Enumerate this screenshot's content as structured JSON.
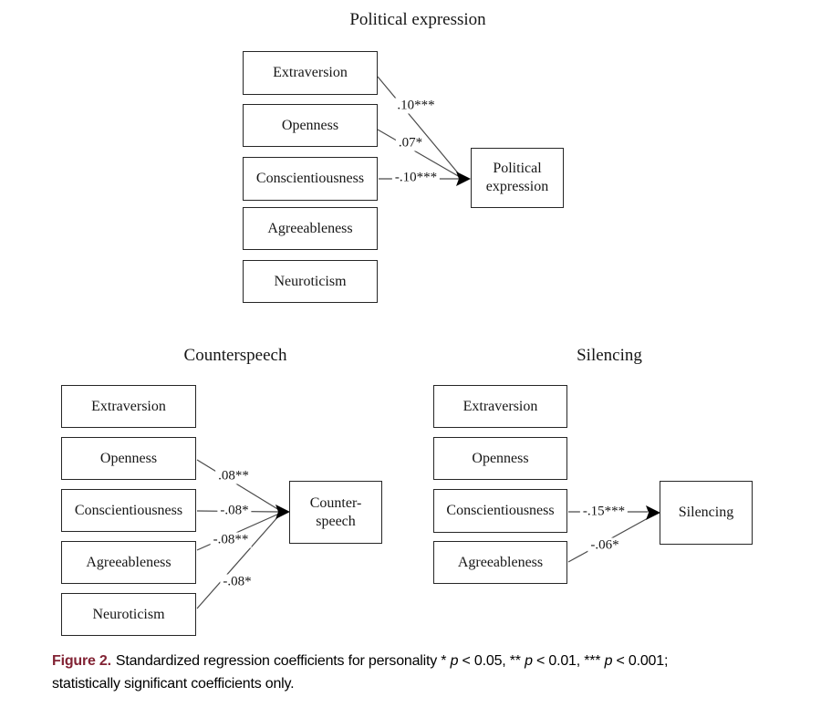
{
  "figure": {
    "diagrams": [
      {
        "title": "Political expression",
        "predictors": [
          "Extraversion",
          "Openness",
          "Conscientiousness",
          "Agreeableness",
          "Neuroticism"
        ],
        "outcome": "Political expression",
        "paths": [
          {
            "from": "Extraversion",
            "coef": ".10***"
          },
          {
            "from": "Openness",
            "coef": ".07*"
          },
          {
            "from": "Conscientiousness",
            "coef": "-.10***"
          }
        ]
      },
      {
        "title": "Counterspeech",
        "predictors": [
          "Extraversion",
          "Openness",
          "Conscientiousness",
          "Agreeableness",
          "Neuroticism"
        ],
        "outcome": "Counter-speech",
        "paths": [
          {
            "from": "Openness",
            "coef": ".08**"
          },
          {
            "from": "Conscientiousness",
            "coef": "-.08*"
          },
          {
            "from": "Agreeableness",
            "coef": "-.08**"
          },
          {
            "from": "Neuroticism",
            "coef": "-.08*"
          }
        ]
      },
      {
        "title": "Silencing",
        "predictors": [
          "Extraversion",
          "Openness",
          "Conscientiousness",
          "Agreeableness"
        ],
        "outcome": "Silencing",
        "paths": [
          {
            "from": "Conscientiousness",
            "coef": "-.15***"
          },
          {
            "from": "Agreeableness",
            "coef": "-.06*"
          }
        ]
      }
    ],
    "caption": {
      "label": "Figure 2.",
      "seg1": "Standardized regression coefficients for personality * ",
      "p": "p",
      "seg2": " < 0.05, ** ",
      "seg3": " < 0.01, *** ",
      "seg4": " < 0.001;",
      "seg5": "statistically significant coefficients only.",
      "label_color": "#822334"
    }
  }
}
